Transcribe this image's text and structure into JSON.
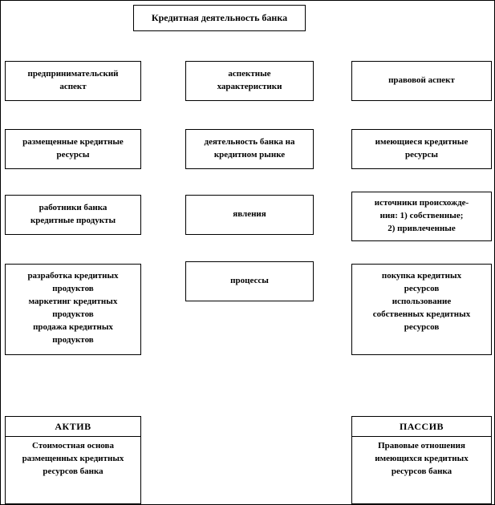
{
  "diagram": {
    "title": "Кредитная деятельность банка",
    "boxes": {
      "r1c1": "предпринимательский\nаспект",
      "r1c2": "аспектные\nхарактеристики",
      "r1c3": "правовой аспект",
      "r2c1": "размещенные кредитные\nресурсы",
      "r2c2": "деятельность банка на\nкредитном рынке",
      "r2c3": "имеющиеся кредитные\nресурсы",
      "r3c1": "работники банка\nкредитные продукты",
      "r3c2": "явления",
      "r3c3": "источники происхожде-\nния: 1) собственные;\n2) привлеченные",
      "r4c1": "разработка кредитных\nпродуктов\nмаркетинг кредитных\nпродуктов\nпродажа кредитных\nпродуктов",
      "r4c2": "процессы",
      "r4c3": "покупка кредитных\nресурсов\nиспользование\nсобственных кредитных\nресурсов"
    },
    "bottom": {
      "aktiv_header": "АКТИВ",
      "aktiv_body": "Стоимостная основа\nразмещенных кредитных\nресурсов банка",
      "passiv_header": "ПАССИВ",
      "passiv_body": "Правовые отношения\nимеющихся кредитных\nресурсов банка"
    },
    "colors": {
      "border": "#000000",
      "box_background": "#ffffff",
      "text": "#000000",
      "page_background": "#ffffff"
    }
  }
}
